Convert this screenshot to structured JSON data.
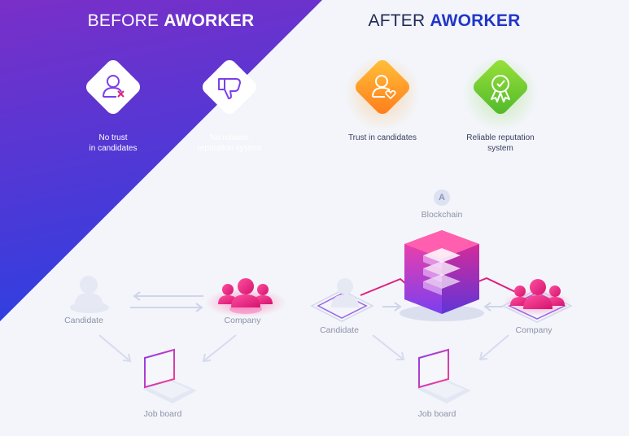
{
  "before": {
    "title_prefix": "BEFORE",
    "title_brand": "AWORKER",
    "features": [
      {
        "icon": "user-x-icon",
        "label": "No trust\nin candidates"
      },
      {
        "icon": "thumbs-down-icon",
        "label": "No reliable\nreputation system"
      }
    ],
    "diagram": {
      "candidate": "Candidate",
      "company": "Company",
      "job_board": "Job board"
    }
  },
  "after": {
    "title_prefix": "AFTER",
    "title_brand": "AWORKER",
    "features": [
      {
        "icon": "user-heart-icon",
        "label": "Trust in candidates"
      },
      {
        "icon": "award-ribbon-icon",
        "label": "Reliable reputation\nsystem"
      }
    ],
    "diagram": {
      "blockchain_badge": "A",
      "blockchain": "Blockchain",
      "candidate": "Candidate",
      "company": "Company",
      "job_board": "Job board"
    }
  },
  "colors": {
    "before_gradient_top": "#7a2fc8",
    "before_gradient_bottom": "#2f3fe0",
    "brand_blue": "#2136c9",
    "orange": "#ff9a1f",
    "green": "#6fcf2c",
    "magenta": "#e0207c"
  }
}
